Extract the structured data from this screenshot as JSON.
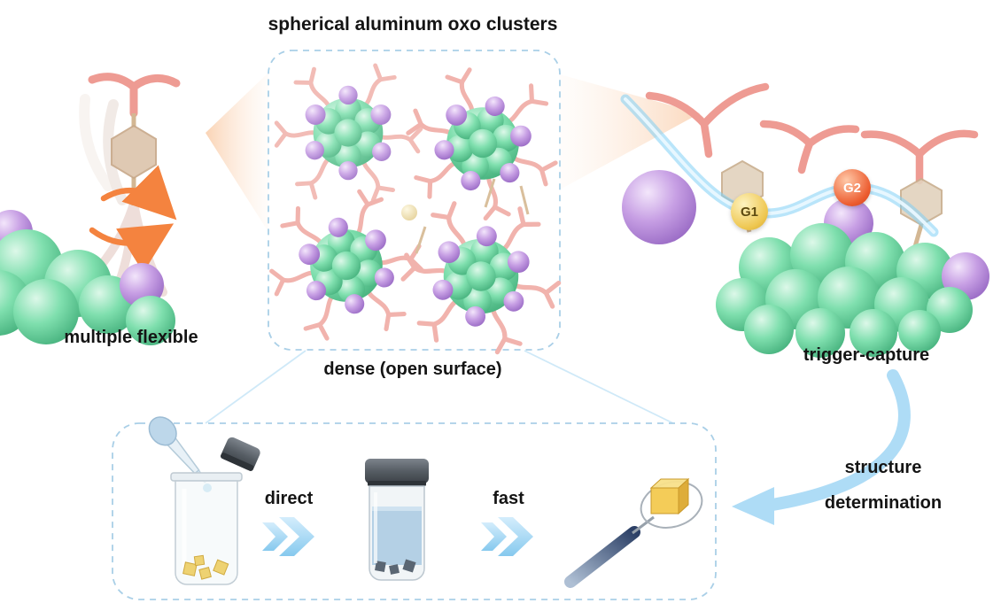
{
  "title": "spherical aluminum oxo clusters",
  "panels": {
    "left_caption": "multiple flexible",
    "center_caption": "dense (open surface)",
    "right_caption": "trigger-capture"
  },
  "guests": {
    "g1": "G1",
    "g2": "G2"
  },
  "process": {
    "step1": "direct",
    "step2": "fast"
  },
  "outcome": {
    "line1": "structure",
    "line2": "determination"
  },
  "colors": {
    "cluster_green": "#4fbe87",
    "cluster_purple": "#a678cc",
    "ligand_pink": "#ee9b93",
    "linker_tan": "#ddc5ad",
    "accent_blue": "#9fd2ef",
    "glow_blue": "#7fd0f5",
    "arrow_orange": "#f4833f",
    "guest1_yellow": "#eec64f",
    "guest2_orange": "#ec5c2f",
    "crystal_yellow": "#f3c94f",
    "dashed_border": "#a9cfe7"
  }
}
